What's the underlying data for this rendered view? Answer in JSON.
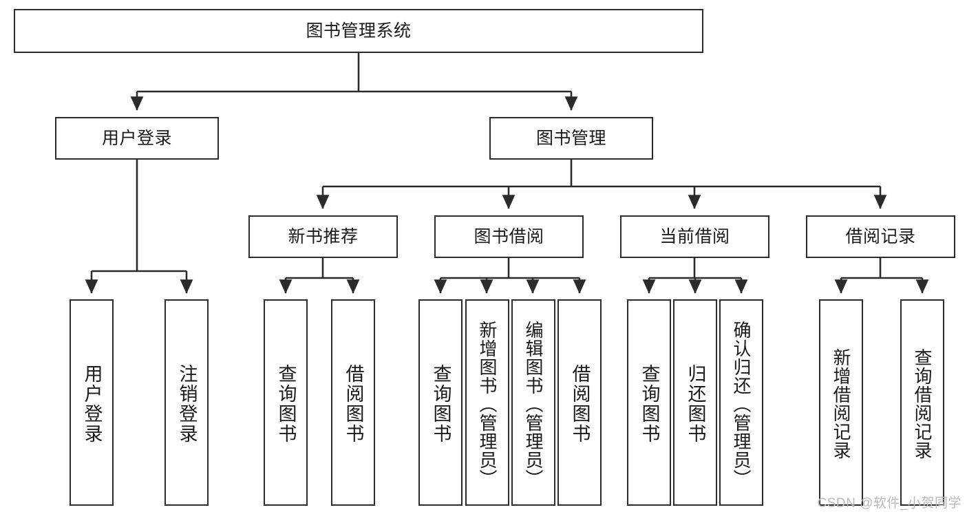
{
  "diagram": {
    "title": "图书管理系统",
    "type": "tree-hierarchy-chart",
    "watermark": "CSDN @软件_小贺同学",
    "colors": {
      "box_border": "#2b2b2b",
      "box_fill": "#ffffff",
      "connector": "#2b2b2b",
      "text": "#1a1a1a",
      "watermark": "#b9b9b9"
    },
    "nodes": {
      "root": {
        "label": "图书管理系统"
      },
      "level2": [
        {
          "label": "用户登录"
        },
        {
          "label": "图书管理"
        }
      ],
      "level3": [
        {
          "label": "新书推荐"
        },
        {
          "label": "图书借阅"
        },
        {
          "label": "当前借阅"
        },
        {
          "label": "借阅记录"
        }
      ],
      "leaves": {
        "user_login": [
          {
            "label": "用户登录"
          },
          {
            "label": "注销登录"
          }
        ],
        "new_book_recommend": [
          {
            "label": "查询图书"
          },
          {
            "label": "借阅图书"
          }
        ],
        "book_borrow": [
          {
            "label": "查询图书"
          },
          {
            "label": "新增图书（管理员）"
          },
          {
            "label": "编辑图书（管理员）"
          },
          {
            "label": "借阅图书"
          }
        ],
        "current_borrow": [
          {
            "label": "查询图书"
          },
          {
            "label": "归还图书"
          },
          {
            "label": "确认归还（管理员）"
          }
        ],
        "borrow_record": [
          {
            "label": "新增借阅记录"
          },
          {
            "label": "查询借阅记录"
          }
        ]
      }
    }
  }
}
